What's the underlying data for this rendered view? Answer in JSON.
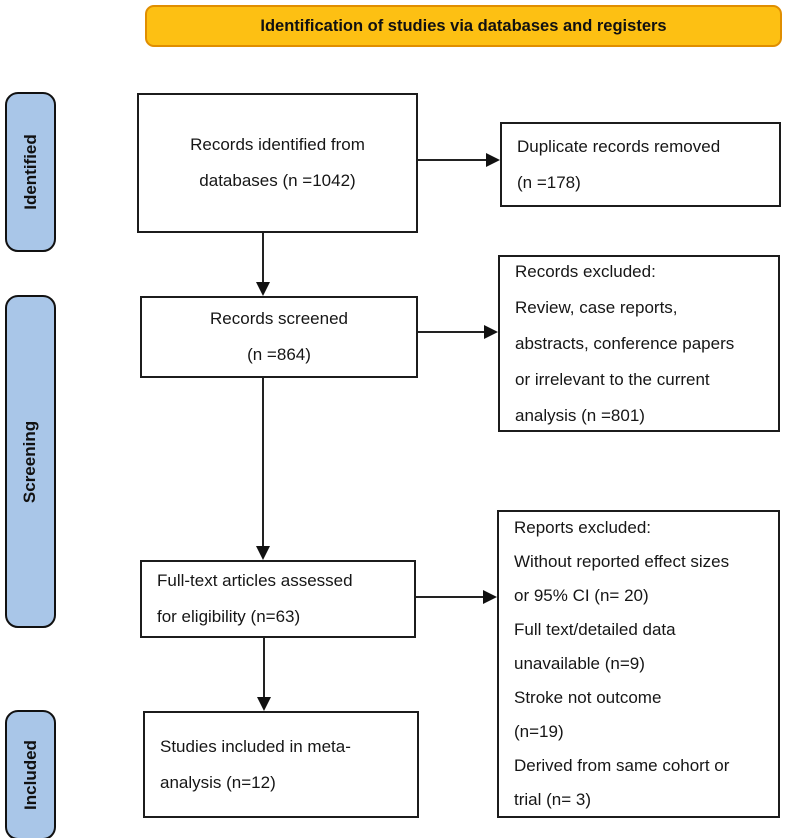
{
  "header": {
    "title": "Identification of studies via databases and registers"
  },
  "stages": {
    "identified": "Identified",
    "screening": "Screening",
    "included": "Included"
  },
  "boxes": {
    "records_identified": {
      "lines": [
        "Records identified from",
        "databases (n =1042)"
      ]
    },
    "duplicate_removed": {
      "lines": [
        "Duplicate records removed",
        "(n =178)"
      ]
    },
    "records_screened": {
      "lines": [
        "Records screened",
        "(n =864)"
      ]
    },
    "records_excluded": {
      "lines": [
        "Records excluded:",
        "Review, case reports,",
        "abstracts, conference papers",
        "or irrelevant to the current",
        "analysis (n =801)"
      ]
    },
    "fulltext_assessed": {
      "lines": [
        "Full-text articles assessed",
        "for eligibility (n=63)"
      ]
    },
    "reports_excluded": {
      "lines": [
        "Reports excluded:",
        "Without reported effect sizes",
        "or 95% CI (n= 20)",
        "Full text/detailed data",
        "unavailable (n=9)",
        "Stroke not outcome",
        "(n=19)",
        "Derived from same cohort or",
        "trial (n= 3)"
      ]
    },
    "studies_included": {
      "lines": [
        "Studies included in meta-",
        "analysis (n=12)"
      ]
    }
  },
  "colors": {
    "header_bg": "#FDC013",
    "header_border": "#E08E00",
    "stage_bg": "#A9C6E8",
    "box_border": "#1c1c1c"
  }
}
